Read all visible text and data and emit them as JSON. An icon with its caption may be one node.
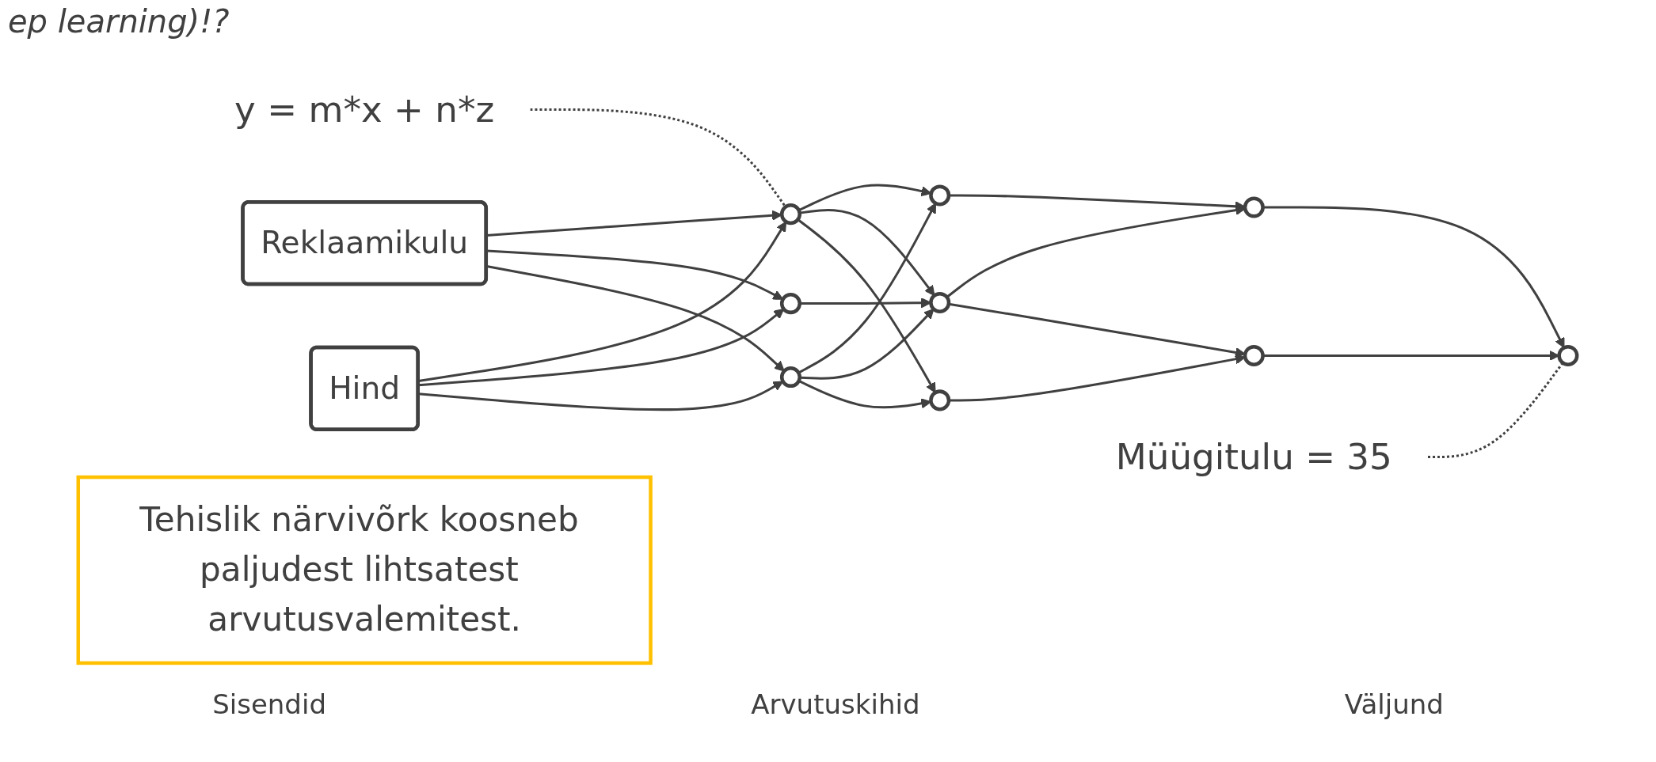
{
  "diagram": {
    "title": "ep learning)!?",
    "nodes": [
      {
        "text": [
          "Reklaamikulu"
        ]
      },
      {
        "text": [
          "Hind"
        ]
      },
      {
        "text": [],
        "shape": "circle"
      },
      {
        "text": [],
        "shape": "circle"
      },
      {
        "text": [],
        "shape": "circle"
      },
      {
        "text": [],
        "shape": "circle"
      },
      {
        "text": [],
        "shape": "circle"
      },
      {
        "text": [],
        "shape": "circle"
      },
      {
        "text": [],
        "shape": "circle"
      },
      {
        "text": [],
        "shape": "circle"
      },
      {
        "text": [],
        "shape": "circle"
      },
      {
        "text": [
          "y = m*x + n*z"
        ]
      },
      {
        "text": [
          "Müügitulu = 35"
        ]
      },
      {
        "text": [
          "Tehislik närvivõrk koosneb paljudest lihtsatest arvutusvalemitest."
        ]
      }
    ],
    "edges": [
      {
        "from": 0,
        "to": 2,
        "arrow": "to"
      },
      {
        "from": 0,
        "to": 3,
        "arrow": "to"
      },
      {
        "from": 0,
        "to": 4,
        "arrow": "to"
      },
      {
        "from": 1,
        "to": 2,
        "arrow": "to"
      },
      {
        "from": 1,
        "to": 3,
        "arrow": "to"
      },
      {
        "from": 1,
        "to": 4,
        "arrow": "to"
      },
      {
        "from": 2,
        "to": 5,
        "arrow": "to"
      },
      {
        "from": 2,
        "to": 6,
        "arrow": "to"
      },
      {
        "from": 2,
        "to": 7,
        "arrow": "to"
      },
      {
        "from": 3,
        "to": 6,
        "arrow": "to"
      },
      {
        "from": 4,
        "to": 5,
        "arrow": "to"
      },
      {
        "from": 4,
        "to": 6,
        "arrow": "to"
      },
      {
        "from": 4,
        "to": 7,
        "arrow": "to"
      },
      {
        "from": 5,
        "to": 8,
        "arrow": "to"
      },
      {
        "from": 6,
        "to": 8,
        "arrow": "to"
      },
      {
        "from": 6,
        "to": 9,
        "arrow": "to"
      },
      {
        "from": 7,
        "to": 9,
        "arrow": "to"
      },
      {
        "from": 8,
        "to": 10,
        "arrow": "to"
      },
      {
        "from": 9,
        "to": 10,
        "arrow": "to"
      },
      {
        "from": 11,
        "to": 2,
        "arrow": "none",
        "style": "dashed"
      },
      {
        "from": 12,
        "to": 10,
        "arrow": "none",
        "style": "dashed"
      }
    ],
    "labels": [
      "Sisendid",
      "Arvutuskihid",
      "Väljund"
    ]
  }
}
